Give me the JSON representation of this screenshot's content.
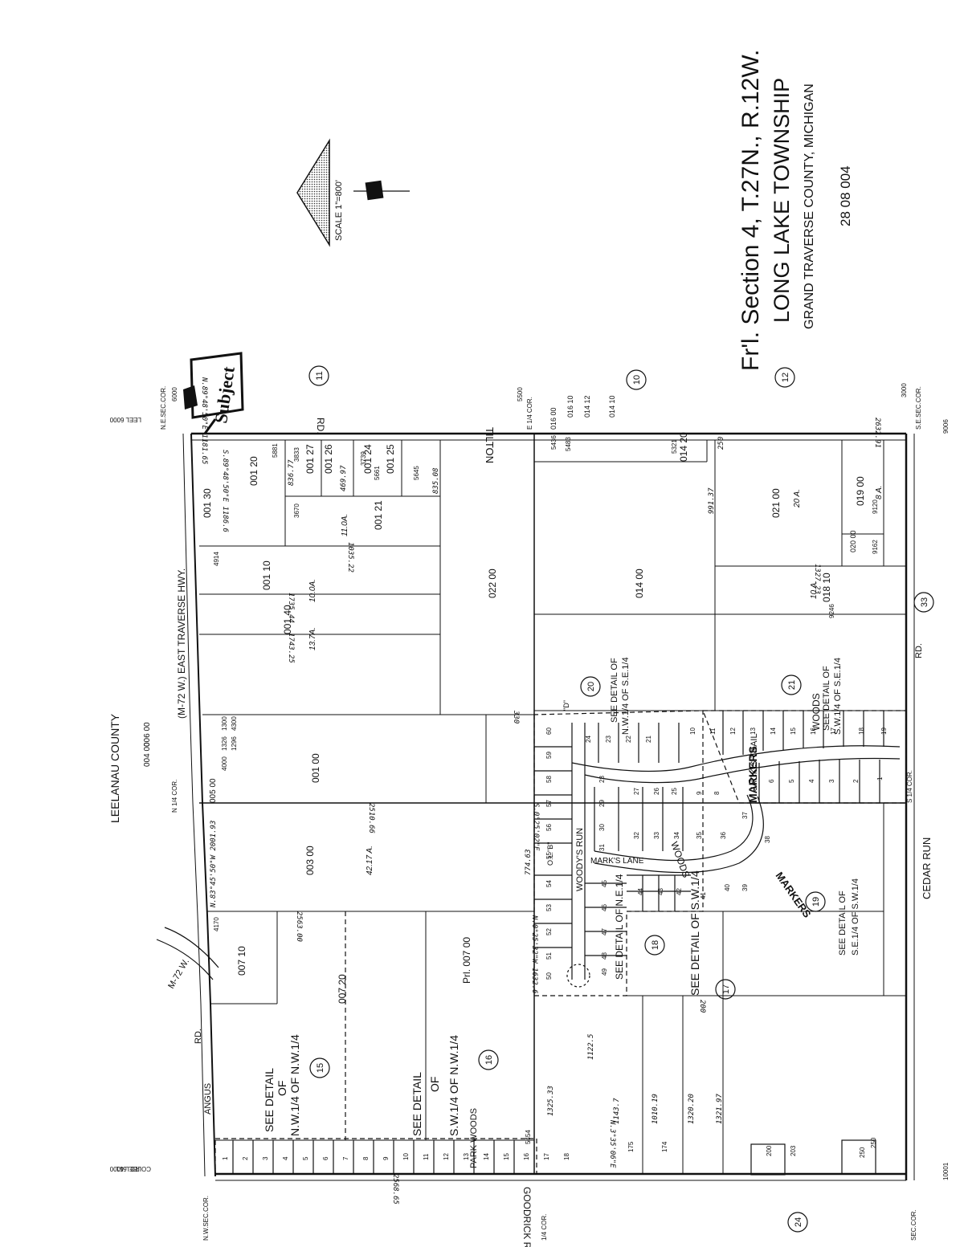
{
  "title_block": {
    "line1": "Fr'l. Section  4, T.27N., R.12W.",
    "line2": "LONG LAKE TOWNSHIP",
    "line3": "GRAND TRAVERSE  COUNTY, MICHIGAN",
    "code": "28 08 004"
  },
  "scale": "SCALE 1\"=800'",
  "subject": "Subject",
  "roads": {
    "tilton": "TILTON",
    "rd_top": "RD.",
    "east_traverse": "(M-72  W.)  EAST  TRAVERSE  HWY.",
    "goodrick": "GOODRICK  RD.",
    "cedar_run": "CEDAR   RUN",
    "rd_right": "RD.",
    "angus": "ANGUS",
    "angus_rd": "RD.",
    "m72w": "M-72 W.",
    "jacks_trail": "JACK'S  TRAIL",
    "markers": "MARKERS",
    "woodys_run": "WOODY'S      RUN",
    "marks_lane": "MARK'S  LANE",
    "woods_top": "WOODS",
    "park_woods": "PARK  WOODS",
    "woods_mid": "WOODS",
    "markers_lower": "MARKERS"
  },
  "county": "LEELANAU    COUNTY",
  "corner_labels": {
    "ne": "N.E.SEC.COR.",
    "se": "S.E.SEC.COR.",
    "nw": "N.W.SEC.COR.",
    "sw": "SEC.COR.",
    "n14": "N 1/4 COR.",
    "s14": "S 1/4 COR.",
    "e14": "E 1/4 COR.",
    "w14": "1/4 COR.",
    "leel4000": "LEEL 4000",
    "leel6000": "LEEL 6000",
    "co_rd_651": "CO.RD. 651",
    "n6000": "6000",
    "s9006": "9006",
    "e5500": "5500",
    "e3000": "3000",
    "sw10001": "10001"
  },
  "neighbor_sections": [
    "11",
    "10",
    "12",
    "33",
    "24"
  ],
  "section_circles": [
    "15",
    "16",
    "17",
    "18",
    "19",
    "20",
    "21"
  ],
  "parcels": [
    "001 20",
    "001 30",
    "001 27",
    "001 26",
    "001 24",
    "001 25",
    "001 21",
    "001 10",
    "001 40",
    "001 00",
    "003 00",
    "007 10",
    "007 20",
    "Prl. 007 00",
    "022 00",
    "014 00",
    "014 20",
    "021 00",
    "019 00",
    "018 10",
    "020 00",
    "005 00",
    "006 00",
    "004 00"
  ],
  "parcel_acreage": [
    "11.0A.",
    "13.7A.",
    "10.0A.",
    "42.17 A.",
    "10 A.",
    "20 A.",
    "8 A."
  ],
  "parcel_side_codes": [
    "016 00",
    "016 10",
    "014 12",
    "014 10"
  ],
  "see_detail": {
    "a": [
      "SEE  DETAIL",
      "OF",
      "N.W.1/4  OF N.W.1/4"
    ],
    "b": [
      "SEE  DETAIL",
      "OF",
      "S.W.1/4  OF N.W.1/4"
    ],
    "c": [
      "SEE DETAIL OF",
      "N.W.1/4 OF S.E.1/4"
    ],
    "d": [
      "SEE DETAIL OF",
      "S.W.1/4 OF S.E.1/4"
    ],
    "e": [
      "SEE DETAIL OF",
      "S.E.1/4  OF S.W.1/4"
    ],
    "f": "SEE DETAIL OF N.E.1/4",
    "g": "SEE DETAIL  OF S.W.1/4"
  },
  "dims": [
    "2632.91",
    "1035.22",
    "1735.44",
    "1743.25",
    "2510.66",
    "2563.00",
    "2568.65",
    "836.77",
    "469.97",
    "835.08",
    "991.37",
    "1327.23",
    "1325.33",
    "1122.5",
    "1143.7",
    "1010.19",
    "1320.20",
    "1321.97",
    "774.63",
    "330",
    "250",
    "200"
  ],
  "bearings": [
    "N.89°48'50\"E 1181.65",
    "S.89°48'50\"E 1186.6",
    "N.83°45'50\"W 2001.93",
    "N.0°25'32\"W 1632.6",
    "S.0°25'02\"E",
    "N.3°35'06\"E"
  ],
  "frontages": [
    "1326",
    "1296",
    "1300",
    "4300",
    "4000",
    "4914",
    "4170",
    "3670",
    "3833",
    "3739",
    "5661",
    "5645",
    "5881",
    "5483",
    "5436",
    "5321",
    "9246",
    "9162",
    "9120",
    "5454"
  ],
  "lot_numbers": {
    "park_woods_row": [
      "1",
      "2",
      "3",
      "4",
      "5",
      "6",
      "7",
      "8",
      "9",
      "10",
      "11",
      "12",
      "13",
      "14",
      "15",
      "16",
      "17",
      "18"
    ],
    "woodys_a": [
      "60",
      "59",
      "58",
      "57",
      "56",
      "55",
      "54",
      "53",
      "52",
      "51",
      "50"
    ],
    "woodys_b": [
      "24",
      "23",
      "22",
      "21",
      "28",
      "29",
      "30",
      "31",
      "27",
      "26",
      "25",
      "32",
      "33",
      "34",
      "35",
      "9",
      "8",
      "36",
      "37",
      "38"
    ],
    "woodys_c": [
      "45",
      "46",
      "47",
      "48",
      "49",
      "44",
      "43",
      "42",
      "41",
      "40",
      "39"
    ],
    "jacks": [
      "10",
      "11",
      "12",
      "13",
      "14",
      "15",
      "16",
      "17",
      "18",
      "19",
      "7",
      "6",
      "5",
      "4",
      "3",
      "2",
      "1"
    ],
    "cedar": [
      "250",
      "200",
      "250",
      "203",
      "175",
      "174"
    ]
  },
  "ol_b": "O.L.\"B\"",
  "ol_d": "\"D\""
}
